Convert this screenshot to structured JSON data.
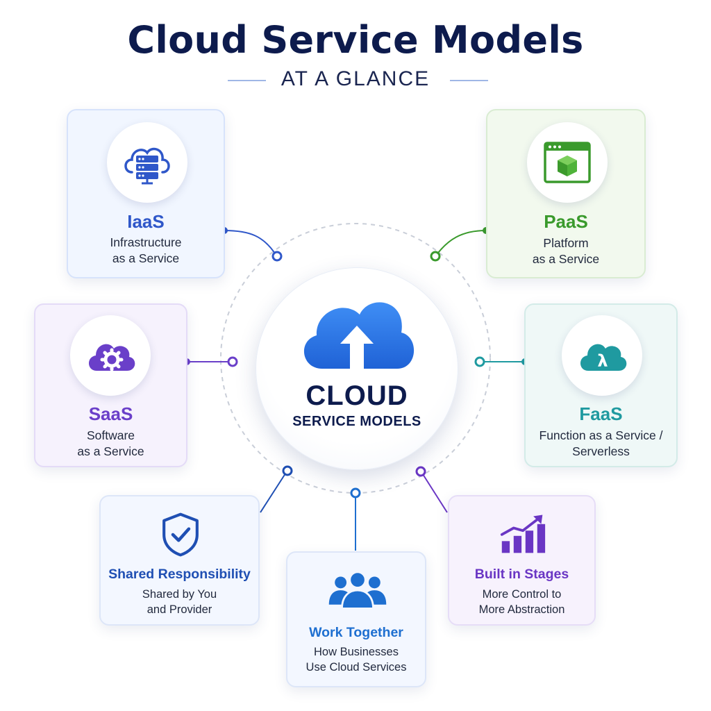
{
  "header": {
    "title": "Cloud Service Models",
    "subtitle": "AT A GLANCE"
  },
  "center": {
    "line1": "CLOUD",
    "line2": "SERVICE MODELS",
    "icon": "cloud-upload-icon"
  },
  "models": {
    "iaas": {
      "title": "IaaS",
      "line1": "Infrastructure",
      "line2": "as a Service",
      "icon": "cloud-server-icon",
      "color": "#2f57c9"
    },
    "paas": {
      "title": "PaaS",
      "line1": "Platform",
      "line2": "as a Service",
      "icon": "app-window-cube-icon",
      "color": "#3a9a2c"
    },
    "saas": {
      "title": "SaaS",
      "line1": "Software",
      "line2": "as a Service",
      "icon": "cloud-gear-icon",
      "color": "#6a3fc9"
    },
    "faas": {
      "title": "FaaS",
      "line1": "Function as a Service /",
      "line2": "Serverless",
      "icon": "cloud-lambda-icon",
      "color": "#1f9aa0"
    }
  },
  "features": {
    "shared": {
      "title": "Shared Responsibility",
      "line1": "Shared by You",
      "line2": "and Provider",
      "icon": "shield-check-icon",
      "color": "#1f4fb3"
    },
    "together": {
      "title": "Work Together",
      "line1": "How Businesses",
      "line2": "Use Cloud Services",
      "icon": "people-group-icon",
      "color": "#1e6fd0"
    },
    "stages": {
      "title": "Built in Stages",
      "line1": "More Control to",
      "line2": "More Abstraction",
      "icon": "growth-chart-icon",
      "color": "#6a36c4"
    }
  }
}
